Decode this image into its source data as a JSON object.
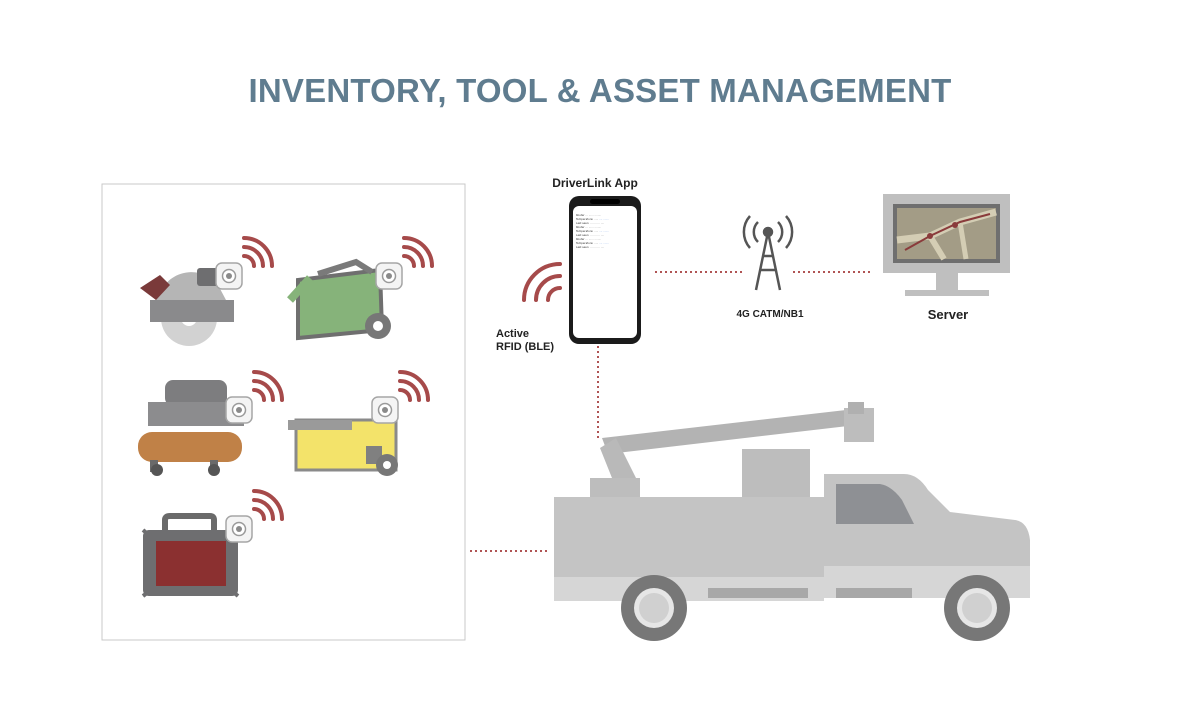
{
  "title": "INVENTORY, TOOL & ASSET MANAGEMENT",
  "app_label": "DriverLink App",
  "rfid_label": [
    "Active",
    "RFID (BLE)"
  ],
  "network_label": "4G CATM/NB1",
  "server_label": "Server",
  "colors": {
    "title": "#5f7c8f",
    "signal": "#a64a4a",
    "connector": "#b05454",
    "tool_gray": "#8e8e90",
    "truck_gray": "#c4c4c4",
    "generator_green": "#86b37a",
    "compressor_tan": "#c08147",
    "washer_yellow": "#f3e36a",
    "case_red": "#8b3030"
  },
  "tools": [
    {
      "name": "circular-saw",
      "icon": "circular-saw-icon"
    },
    {
      "name": "generator",
      "icon": "generator-icon"
    },
    {
      "name": "air-compressor",
      "icon": "air-compressor-icon"
    },
    {
      "name": "pressure-washer",
      "icon": "pressure-washer-icon"
    },
    {
      "name": "tool-case",
      "icon": "tool-case-icon"
    }
  ],
  "icons": [
    "rfid-tag-icon",
    "wireless-signal-icon",
    "smartphone-icon",
    "cell-tower-icon",
    "monitor-icon",
    "map-route-icon",
    "bucket-truck-icon"
  ]
}
